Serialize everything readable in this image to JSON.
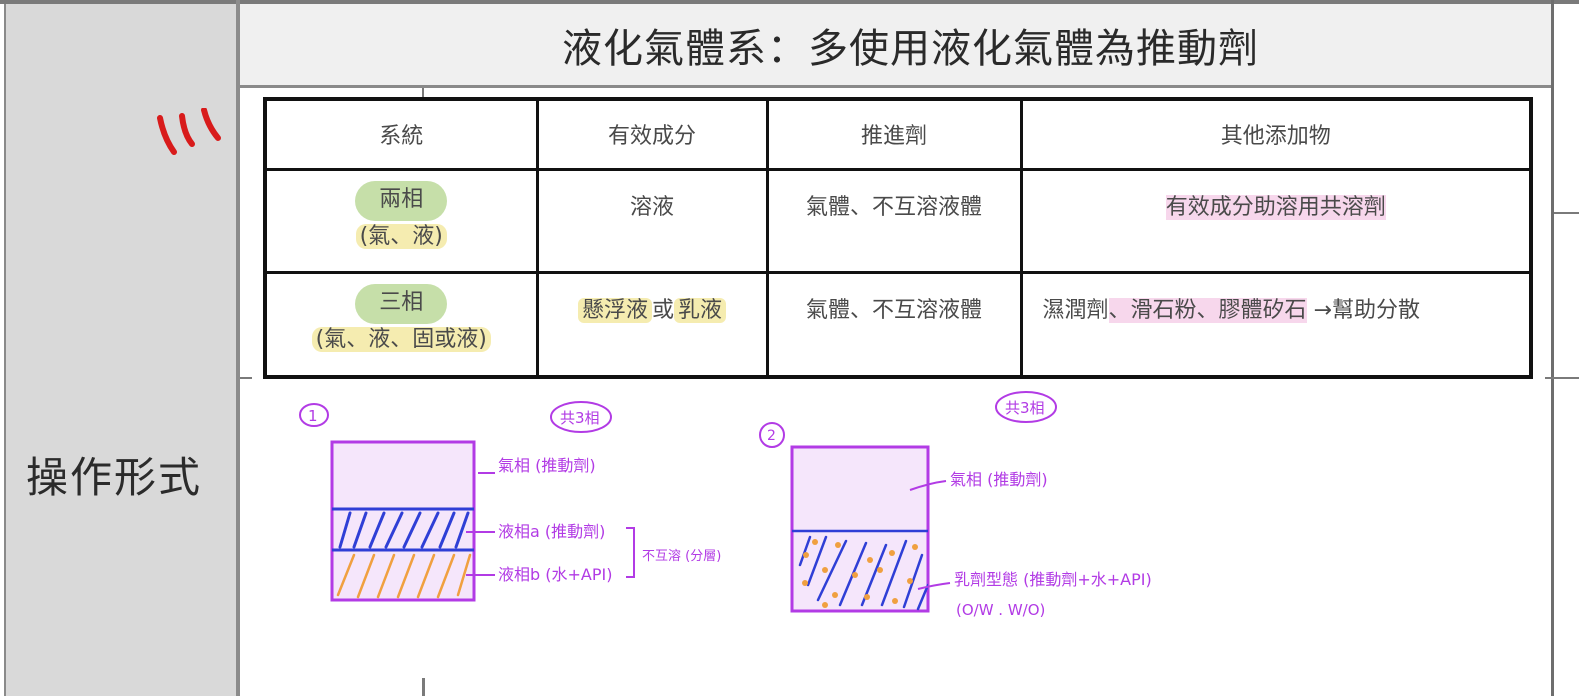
{
  "header": {
    "title": "液化氣體系：多使用液化氣體為推動劑"
  },
  "side": {
    "label": "操作形式",
    "annotation_mark": "\\\\\\"
  },
  "table": {
    "headers": [
      "系統",
      "有效成分",
      "推進劑",
      "其他添加物"
    ],
    "rows": [
      {
        "system": "兩相",
        "system_detail": "(氣、液)",
        "active": "溶液",
        "active_hl": "",
        "active_mid": "",
        "active_hl2": "",
        "propellant": "氣體、不互溶液體",
        "additives_plain": "",
        "additives_hl": "有效成分助溶用共溶劑",
        "additives_tail": ""
      },
      {
        "system": "三相",
        "system_detail": "(氣、液、固或液)",
        "active": "",
        "active_hl": "懸浮液",
        "active_mid": "或",
        "active_hl2": "乳液",
        "propellant": "氣體、不互溶液體",
        "additives_plain": "濕潤劑",
        "additives_hl": "、滑石粉、膠體矽石",
        "additives_tail": " →幫助分散"
      }
    ]
  },
  "sketch": {
    "diagram1": {
      "number": "①",
      "badge": "共3相",
      "labels": [
        "氣相 (推動劑)",
        "液相a (推動劑)",
        "液相b (水+API)"
      ],
      "bracket_label": "不互溶 (分層)"
    },
    "diagram2": {
      "number": "②",
      "badge": "共3相",
      "labels": [
        "氣相 (推動劑)",
        "乳劑型態 (推動劑+水+API)"
      ],
      "sub_label": "(O/W . W/O)"
    }
  },
  "colors": {
    "ink_purple": "#b23be5",
    "ink_blue": "#2f3fd6",
    "ink_orange": "#f0a040",
    "ink_red": "#d81b1b",
    "pill_green": "#c6dfa9",
    "highlight_yellow": "#f5ecb0",
    "highlight_pink": "#f7d7ec",
    "side_gray": "#d9d9d9",
    "title_bg": "#f0f0f0"
  }
}
